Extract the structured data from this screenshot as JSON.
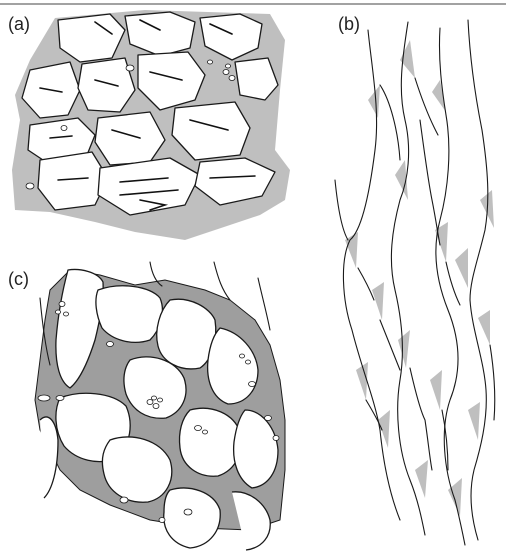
{
  "figure": {
    "panels": [
      {
        "id": "a",
        "label": "(a)"
      },
      {
        "id": "b",
        "label": "(b)"
      },
      {
        "id": "c",
        "label": "(c)"
      }
    ],
    "colors": {
      "intercellular_space": "#bfbfbf",
      "intercellular_space_dark": "#9e9e9e",
      "cell_wall": "#1a1a1a",
      "cell_lumen": "#ffffff"
    }
  }
}
